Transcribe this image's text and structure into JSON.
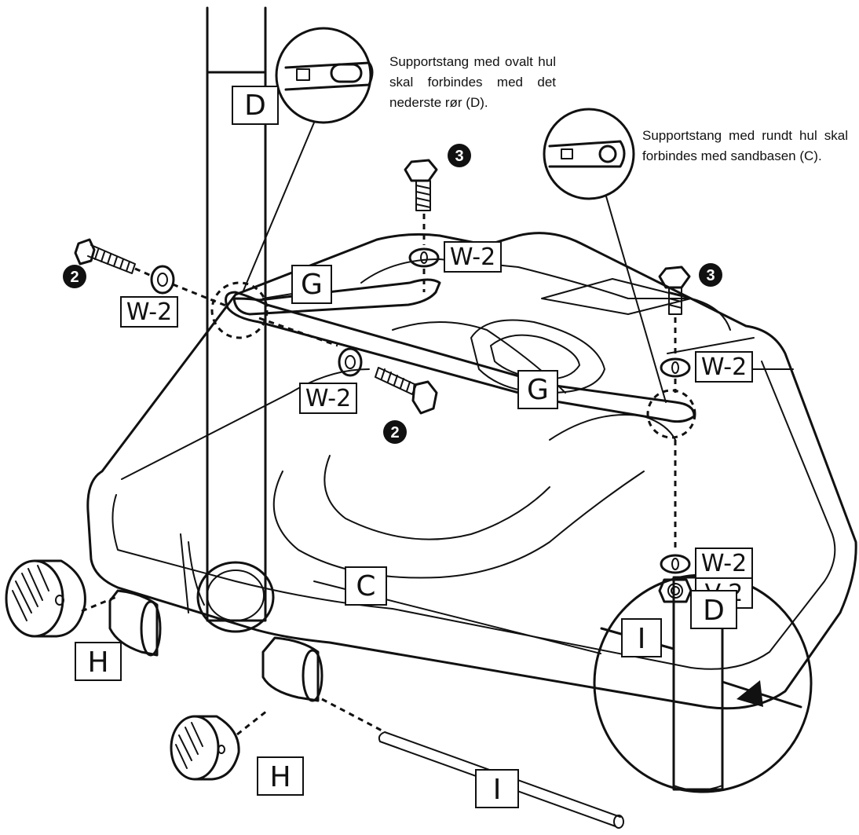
{
  "notes": {
    "oval_hole": "Supportstang med ovalt hul skal forbindes med det nederste rør (D).",
    "round_hole": "Supportstang med rundt hul skal forbindes med sandbasen (C)."
  },
  "parts": {
    "pole": "D",
    "base": "C",
    "support_rod": "G",
    "washer": "W-2",
    "nut": "V-2",
    "wheel": "H",
    "axle": "I"
  },
  "steps": {
    "two": "2",
    "three": "3"
  }
}
